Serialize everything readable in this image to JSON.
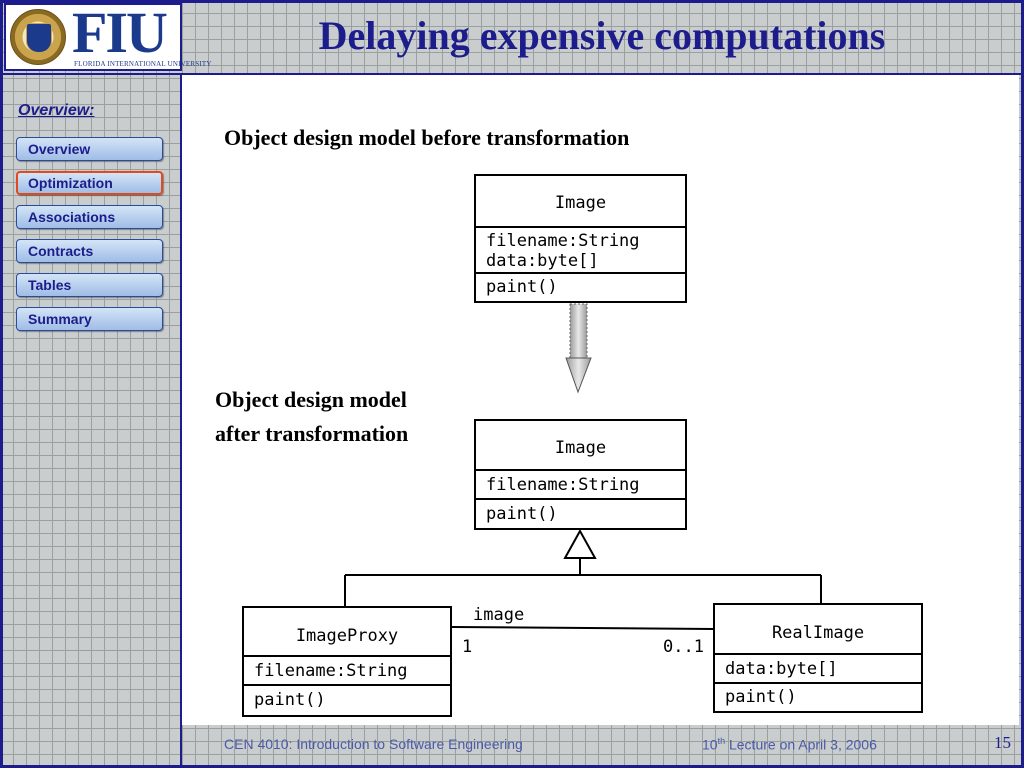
{
  "slide": {
    "title": "Delaying expensive computations",
    "page_number": "15"
  },
  "logo": {
    "text": "FIU",
    "subtitle": "FLORIDA INTERNATIONAL UNIVERSITY"
  },
  "sidebar": {
    "heading": "Overview:",
    "items": [
      {
        "label": "Overview",
        "active": false
      },
      {
        "label": "Optimization",
        "active": true
      },
      {
        "label": "Associations",
        "active": false
      },
      {
        "label": "Contracts",
        "active": false
      },
      {
        "label": "Tables",
        "active": false
      },
      {
        "label": "Summary",
        "active": false
      }
    ]
  },
  "diagram": {
    "before_caption": "Object design model before transformation",
    "after_caption_line1": "Object design model",
    "after_caption_line2": "after transformation",
    "before_class": {
      "name": "Image",
      "attributes": [
        "filename:String",
        "data:byte[]"
      ],
      "operations": [
        "paint()"
      ]
    },
    "after_class": {
      "name": "Image",
      "attributes": [
        "filename:String"
      ],
      "operations": [
        "paint()"
      ]
    },
    "proxy_class": {
      "name": "ImageProxy",
      "attributes": [
        "filename:String"
      ],
      "operations": [
        "paint()"
      ]
    },
    "real_class": {
      "name": "RealImage",
      "attributes": [
        "data:byte[]"
      ],
      "operations": [
        "paint()"
      ]
    },
    "association": {
      "role": "image",
      "left_multiplicity": "1",
      "right_multiplicity": "0..1"
    }
  },
  "footer": {
    "course": "CEN 4010: Introduction to Software Engineering",
    "lecture_ordinal": "10",
    "lecture_sup": "th",
    "lecture_rest": "Lecture on April 3, 2006"
  },
  "colors": {
    "title": "#1c1c8c",
    "active_border": "#e24a1c",
    "footer": "#4a5aa8"
  }
}
